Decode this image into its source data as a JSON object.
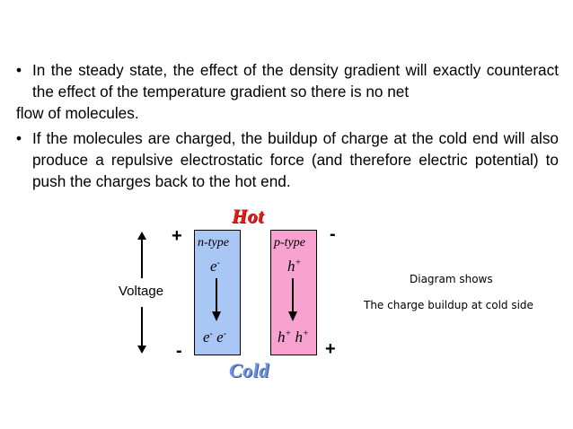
{
  "bullets": [
    {
      "line1": "In the steady state, the effect of the density gradient will exactly counteract the effect of the temperature gradient  so there is no net",
      "line2": "flow of molecules."
    },
    {
      "text": "If the molecules are charged, the buildup of charge at the cold end  will also produce a repulsive electrostatic force (and therefore electric potential) to push the charges back to the hot end."
    }
  ],
  "diagram": {
    "hot_label": "Hot",
    "cold_label": "Cold",
    "voltage_label": "Voltage",
    "plus_sign": "+",
    "minus_sign": "-",
    "n_type": {
      "label": "n-type",
      "top_carrier": "e",
      "top_sup": "-",
      "bottom_carriers": "e",
      "bottom_sup": "-"
    },
    "p_type": {
      "label": "p-type",
      "top_carrier": "h",
      "top_sup": "+",
      "bottom_carriers": "h",
      "bottom_sup": "+"
    },
    "note_line1": "Diagram shows",
    "note_line2": "The charge buildup at cold side",
    "colors": {
      "hot": "#e41b1b",
      "cold": "#6f93e4",
      "n_box": "#a9c7f5",
      "p_box": "#f7a2cf"
    }
  }
}
